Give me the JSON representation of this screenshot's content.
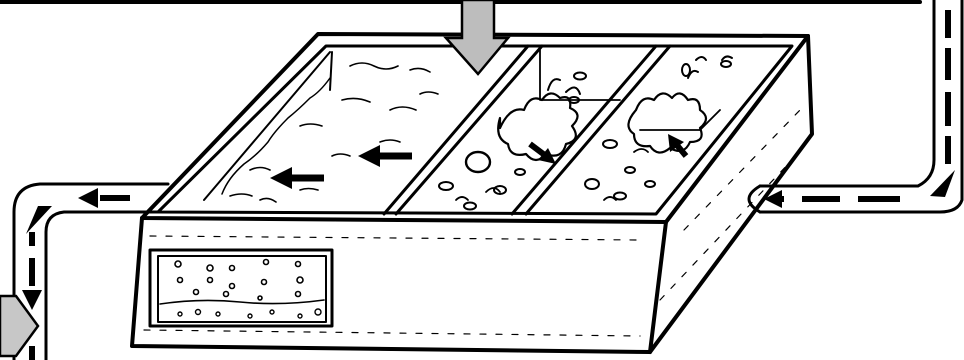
{
  "diagram": {
    "colors": {
      "ink": "#000000",
      "paper": "#ffffff",
      "inflow_arrow": "#bdbdbd",
      "outflow_arrow": "#c7c7c7"
    },
    "components": [
      {
        "id": "outer-tank",
        "icon": "open-rectangular-tank"
      },
      {
        "id": "settling-chamber",
        "icon": "calm-water-surface"
      },
      {
        "id": "mixing-chamber-1",
        "icon": "splashing-water"
      },
      {
        "id": "mixing-chamber-2",
        "icon": "splashing-water"
      },
      {
        "id": "sight-window",
        "icon": "bubbles-and-sediment"
      },
      {
        "id": "inlet-pipe",
        "icon": "pipe-elbow-right"
      },
      {
        "id": "outlet-pipe",
        "icon": "pipe-elbow-left"
      },
      {
        "id": "inflow-arrow",
        "icon": "large-down-arrow"
      },
      {
        "id": "outflow-arrow",
        "icon": "large-side-arrow"
      }
    ],
    "flow_direction": "right-to-left"
  }
}
